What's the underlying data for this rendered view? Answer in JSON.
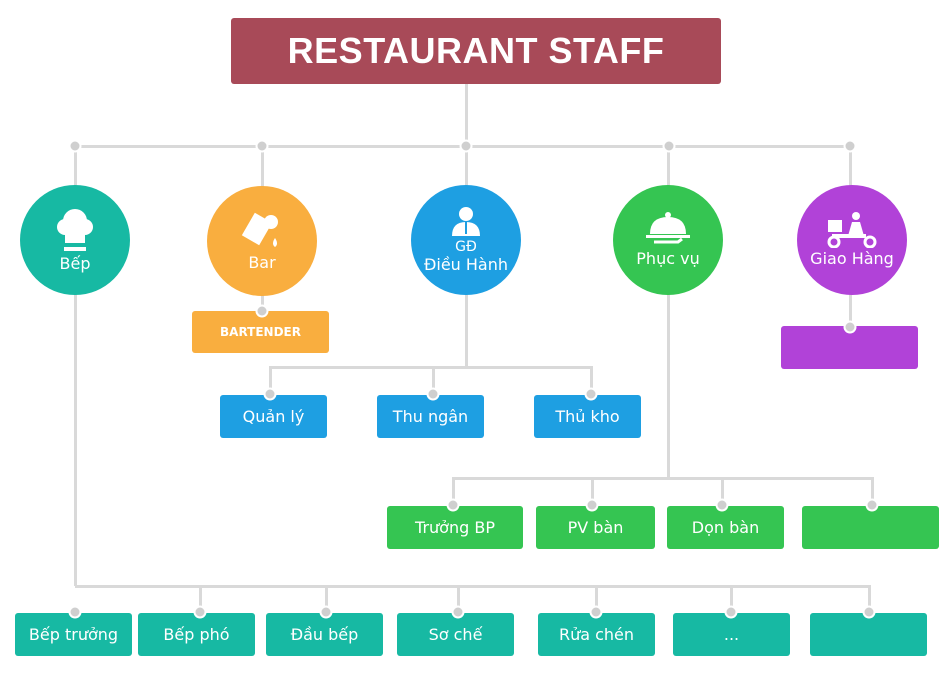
{
  "title": "RESTAURANT STAFF",
  "departments": [
    {
      "label": "Bếp",
      "icon": "chef-hat-icon",
      "color": "#17b9a3"
    },
    {
      "label": "Bar",
      "icon": "drinks-icon",
      "color": "#f9ae3f"
    },
    {
      "label_line1": "GĐ",
      "label_line2": "Điều Hành",
      "icon": "manager-icon",
      "color": "#1e9fe2"
    },
    {
      "label": "Phục vụ",
      "icon": "cloche-icon",
      "color": "#35c552"
    },
    {
      "label": "Giao Hàng",
      "icon": "delivery-scooter-icon",
      "color": "#b142d8"
    }
  ],
  "bar_roles": [
    "BARTENDER"
  ],
  "delivery_roles": [
    ""
  ],
  "management_roles": [
    "Quản lý",
    "Thu ngân",
    "Thủ kho"
  ],
  "service_roles": [
    "Trưởng BP",
    "PV bàn",
    "Dọn bàn",
    ""
  ],
  "kitchen_roles": [
    "Bếp trưởng",
    "Bếp phó",
    "Đầu bếp",
    "Sơ chế",
    "Rửa chén",
    "...",
    ""
  ]
}
